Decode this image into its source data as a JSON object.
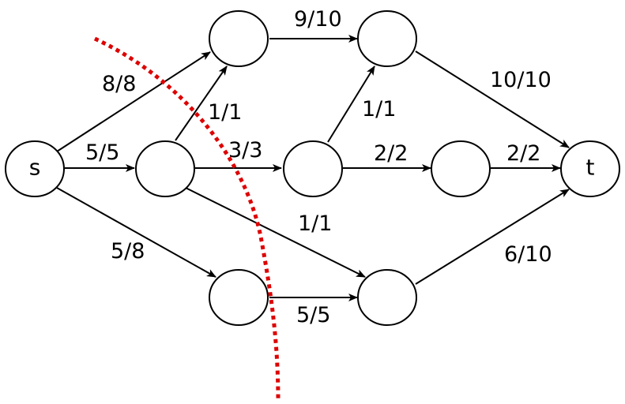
{
  "diagram": {
    "type": "flow-network",
    "cut_color": "#dd0000",
    "nodes": [
      {
        "id": "s",
        "label": "s"
      },
      {
        "id": "a",
        "label": ""
      },
      {
        "id": "b",
        "label": ""
      },
      {
        "id": "c",
        "label": ""
      },
      {
        "id": "d",
        "label": ""
      },
      {
        "id": "e",
        "label": ""
      },
      {
        "id": "f",
        "label": ""
      },
      {
        "id": "g",
        "label": ""
      },
      {
        "id": "h",
        "label": ""
      },
      {
        "id": "t",
        "label": "t"
      }
    ],
    "edges": [
      {
        "from": "s",
        "to": "b",
        "label": "8/8"
      },
      {
        "from": "s",
        "to": "a",
        "label": "5/5"
      },
      {
        "from": "s",
        "to": "e",
        "label": "5/8"
      },
      {
        "from": "a",
        "to": "b",
        "label": "1/1"
      },
      {
        "from": "a",
        "to": "c",
        "label": "3/3"
      },
      {
        "from": "a",
        "to": "f",
        "label": "1/1"
      },
      {
        "from": "b",
        "to": "d",
        "label": "9/10"
      },
      {
        "from": "c",
        "to": "d",
        "label": "1/1"
      },
      {
        "from": "c",
        "to": "g",
        "label": "2/2"
      },
      {
        "from": "g",
        "to": "t",
        "label": "2/2"
      },
      {
        "from": "d",
        "to": "t",
        "label": "10/10"
      },
      {
        "from": "e",
        "to": "f",
        "label": "5/5"
      },
      {
        "from": "f",
        "to": "t",
        "label": "6/10"
      }
    ]
  }
}
